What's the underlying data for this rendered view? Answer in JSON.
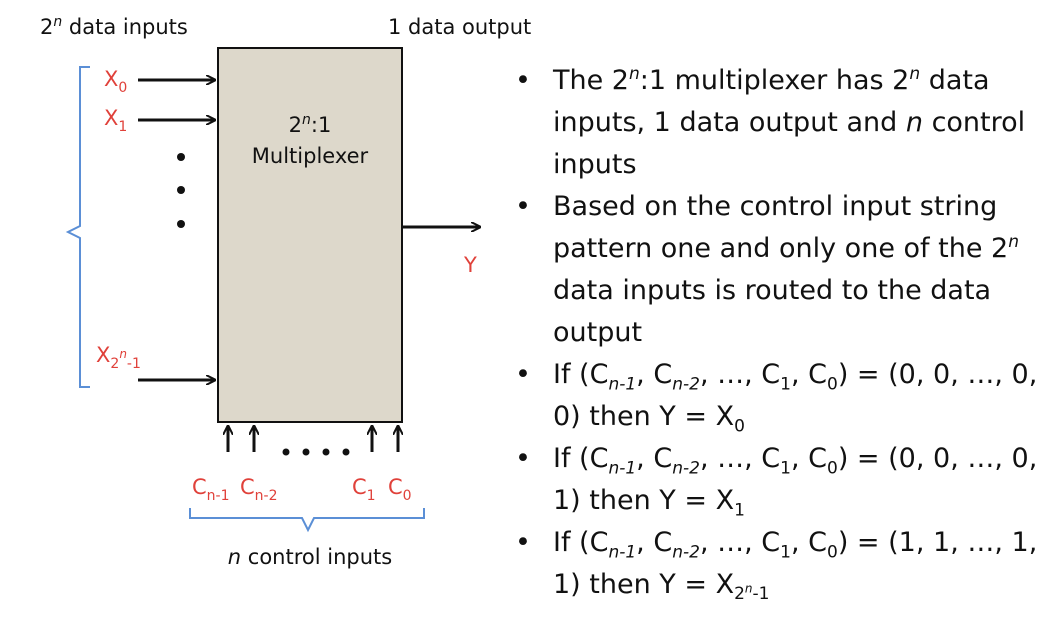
{
  "diagram": {
    "header_inputs": {
      "base": "2",
      "exp": "n",
      "rest": " data inputs"
    },
    "header_output": "1 data output",
    "mux_ratio": {
      "base": "2",
      "exp": "n",
      "rest": ":1"
    },
    "mux_name": "Multiplexer",
    "inputs": [
      {
        "base": "X",
        "sub": "0"
      },
      {
        "base": "X",
        "sub": "1"
      }
    ],
    "input_last": {
      "base": "X",
      "sub_base": "2",
      "sub_exp": "n",
      "sub_rest": "-1"
    },
    "output": "Y",
    "controls": [
      {
        "base": "C",
        "sub": "n-1"
      },
      {
        "base": "C",
        "sub": "n-2"
      },
      {
        "base": "C",
        "sub": "1"
      },
      {
        "base": "C",
        "sub": "0"
      }
    ],
    "control_caption": {
      "italic": "n",
      "rest": " control inputs"
    }
  },
  "bullets": {
    "b1": {
      "t1": "The 2",
      "e1": "n",
      "t2": ":1 multiplexer has 2",
      "e2": "n",
      "t3": " data inputs, 1 data output and ",
      "i1": "n",
      "t4": " control inputs"
    },
    "b2": {
      "t1": "Based on the control input string pattern one and only one of the 2",
      "e1": "n",
      "t2": " data inputs is routed to the data output"
    },
    "c_n1": "n-1",
    "c_n2": "n-2",
    "c_1": "1",
    "c_0": "0",
    "b3": {
      "t1": "If (C",
      "t2": ", C",
      "t3": ", …, C",
      "t4": ", C",
      "t5": ") = (0, 0, …, 0, 0) then Y = X",
      "s5": "0"
    },
    "b4": {
      "t1": "If (C",
      "t2": ", C",
      "t3": ", …, C",
      "t4": ", C",
      "t5": ") = (0, 0, …, 0, 1) then Y = X",
      "s5": "1"
    },
    "b5": {
      "t1": "If (C",
      "t2": ", C",
      "t3": ", …, C",
      "t4": ", C",
      "t5": ") = (1, 1, …, 1, 1) then Y = X",
      "s5": "2",
      "e5": "n",
      "r5": "-1"
    }
  }
}
